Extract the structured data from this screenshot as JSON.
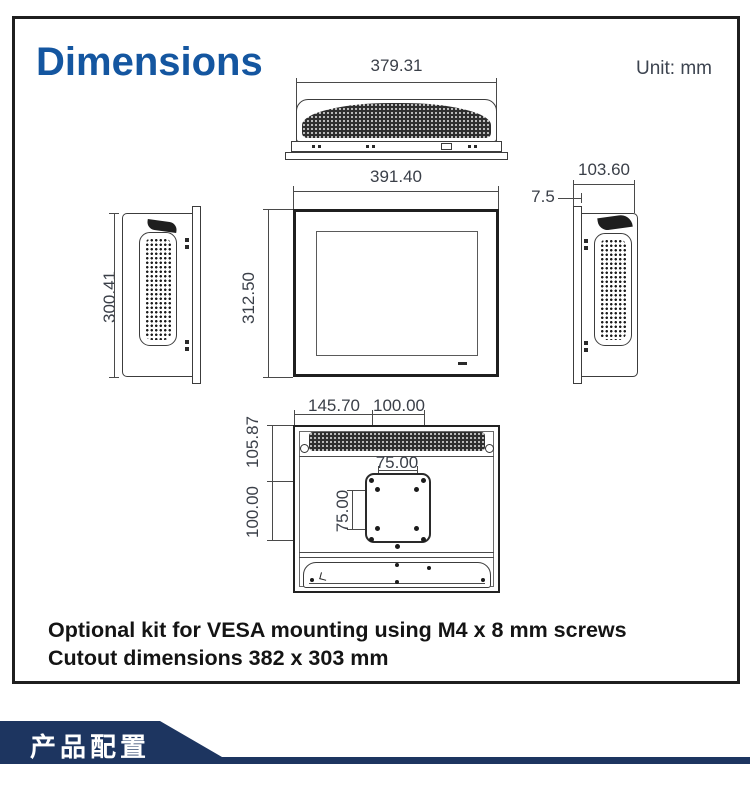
{
  "page": {
    "title": "Dimensions",
    "unit_label": "Unit: mm",
    "notes": [
      "Optional kit for VESA mounting using M4 x 8 mm screws",
      "Cutout dimensions 382 x 303 mm"
    ],
    "section_banner": "产品配置"
  },
  "views": {
    "top": {
      "width": "379.31"
    },
    "front": {
      "width": "391.40",
      "height": "312.50"
    },
    "left_side": {
      "height": "300.41"
    },
    "right_side": {
      "depth": "103.60",
      "front_bezel": "7.5"
    },
    "rear": {
      "offset_left": "145.70",
      "vesa_hole_width": "100.00",
      "offset_top": "105.87",
      "vesa_hole_height": "100.00",
      "vesa_inner_width": "75.00",
      "vesa_inner_height": "75.00"
    }
  },
  "colors": {
    "title": "#1456a0",
    "banner": "#1d3560",
    "dim_text": "#3a3f48",
    "line": "#4a4a4a"
  }
}
